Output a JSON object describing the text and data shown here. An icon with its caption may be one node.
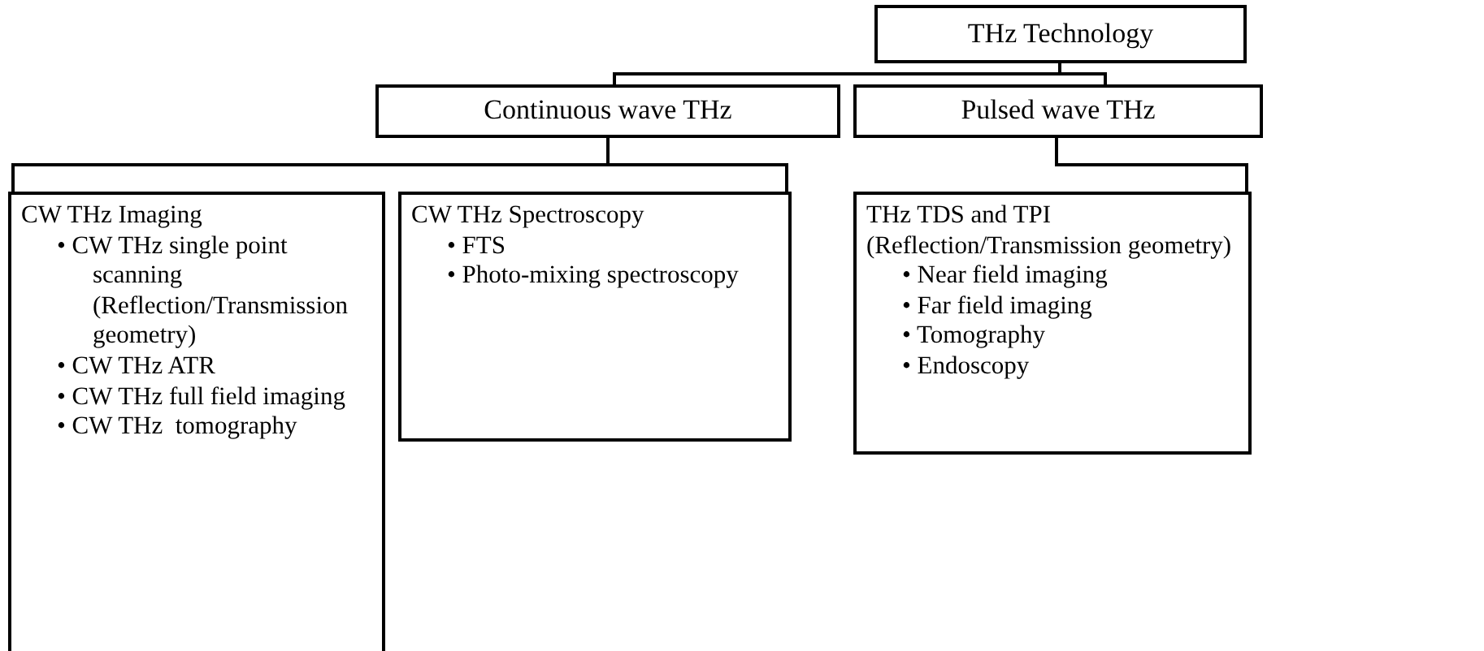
{
  "diagram": {
    "nodes": [
      {
        "text": [
          "THz Technology"
        ]
      },
      {
        "text": [
          "Continuous wave THz"
        ]
      },
      {
        "text": [
          "Pulsed wave THz"
        ]
      },
      {
        "text": [
          "CW THz Imaging",
          "• CW THz single point scanning (Reflection/Transmission geometry)",
          "• CW THz ATR",
          "• CW THz full field imaging",
          "• CW THz  tomography"
        ]
      },
      {
        "text": [
          "CW THz Spectroscopy",
          "• FTS",
          "• Photo-mixing spectroscopy"
        ]
      },
      {
        "text": [
          "THz TDS and TPI (Reflection/Transmission geometry)",
          "• Near field imaging",
          "• Far field imaging",
          "• Tomography",
          "• Endoscopy"
        ]
      }
    ],
    "edges": [
      {
        "from": 0,
        "to": 1,
        "arrow": "none"
      },
      {
        "from": 0,
        "to": 2,
        "arrow": "none"
      },
      {
        "from": 1,
        "to": 3,
        "arrow": "none"
      },
      {
        "from": 1,
        "to": 4,
        "arrow": "none"
      },
      {
        "from": 2,
        "to": 5,
        "arrow": "none"
      }
    ]
  }
}
